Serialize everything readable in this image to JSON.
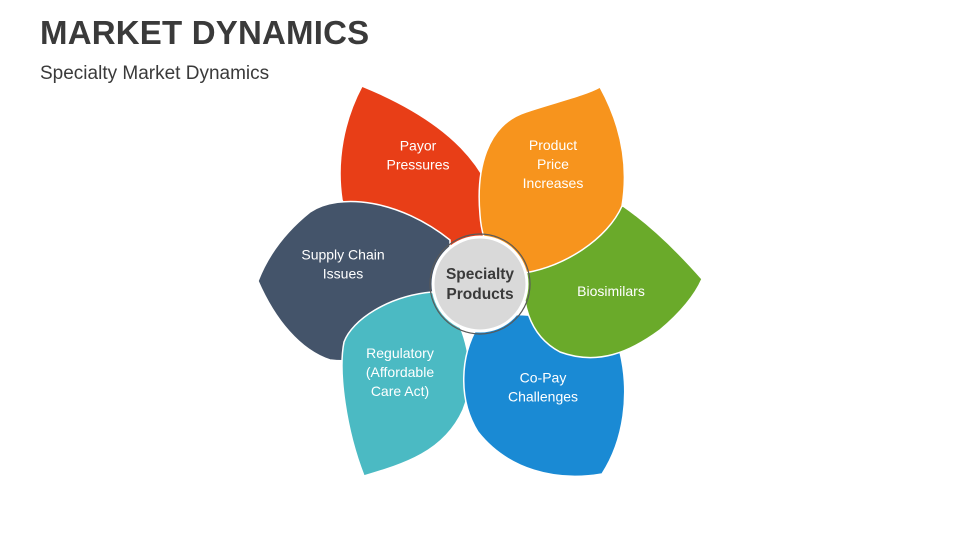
{
  "header": {
    "title": "MARKET DYNAMICS",
    "subtitle": "Specialty Market Dynamics"
  },
  "center": {
    "lines": [
      "Specialty",
      "Products"
    ],
    "color": "#d9d9d9"
  },
  "petals": [
    {
      "id": "payor-pressures",
      "lines": [
        "Payor",
        "Pressures"
      ],
      "color": "#e83e17"
    },
    {
      "id": "supply-chain-issues",
      "lines": [
        "Supply Chain",
        "Issues"
      ],
      "color": "#44546a"
    },
    {
      "id": "regulatory",
      "lines": [
        "Regulatory",
        "(Affordable",
        "Care Act)"
      ],
      "color": "#4bbac3"
    },
    {
      "id": "co-pay-challenges",
      "lines": [
        "Co-Pay",
        "Challenges"
      ],
      "color": "#1a8ad4"
    },
    {
      "id": "biosimilars",
      "lines": [
        "Biosimilars"
      ],
      "color": "#6aaa2a"
    },
    {
      "id": "product-price-increases",
      "lines": [
        "Product",
        "Price",
        "Increases"
      ],
      "color": "#f7941d"
    }
  ]
}
